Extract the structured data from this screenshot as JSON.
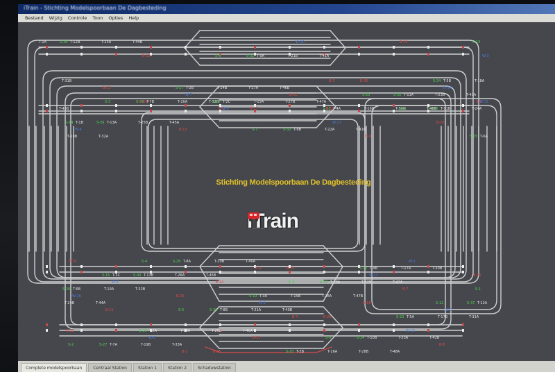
{
  "window": {
    "title": "iTrain - Stichting Modelspoorbaan De Dagbesteding"
  },
  "menu": [
    {
      "label": "Bestand"
    },
    {
      "label": "Wijzig"
    },
    {
      "label": "Controle"
    },
    {
      "label": "Toon"
    },
    {
      "label": "Opties"
    },
    {
      "label": "Help"
    }
  ],
  "canvas": {
    "banner": "Stichting Modelspoorbaan De Dagbesteding",
    "logo": "iTrain"
  },
  "tabs": [
    {
      "label": "Complete modelspoorbaan"
    },
    {
      "label": "Centraal Station"
    },
    {
      "label": "Station 1"
    },
    {
      "label": "Station 2"
    },
    {
      "label": "Schaduwstation"
    }
  ],
  "colors": {
    "track": "#cfd0d2",
    "occupied": "#c44a4a",
    "label_green": "#4fd64f",
    "label_red": "#e04848",
    "label_white": "#e6e6e6",
    "label_blue": "#4a7ae0",
    "banner": "#e2c22a",
    "logo_accent": "#d8262a"
  },
  "track_labels": [
    {
      "text": "T-1A"
    },
    {
      "text": "T-1B"
    },
    {
      "text": "T-1C"
    },
    {
      "text": "T-2A"
    },
    {
      "text": "T-2B"
    },
    {
      "text": "T-2C"
    },
    {
      "text": "T-3A"
    },
    {
      "text": "T-3B"
    },
    {
      "text": "T-4A"
    },
    {
      "text": "T-4B"
    },
    {
      "text": "T-5A"
    },
    {
      "text": "T-5B"
    },
    {
      "text": "T-6A"
    },
    {
      "text": "T-6B"
    },
    {
      "text": "T-7A"
    },
    {
      "text": "T-7B"
    },
    {
      "text": "T-8A"
    },
    {
      "text": "T-8B"
    },
    {
      "text": "T-9A"
    },
    {
      "text": "T-9B"
    },
    {
      "text": "T-10A"
    },
    {
      "text": "T-10B"
    },
    {
      "text": "T-11A"
    },
    {
      "text": "T-11B"
    },
    {
      "text": "T-12A"
    },
    {
      "text": "T-12B"
    },
    {
      "text": "T-13A"
    },
    {
      "text": "T-13B"
    },
    {
      "text": "T-14A"
    },
    {
      "text": "T-14B"
    },
    {
      "text": "T-15A"
    },
    {
      "text": "T-15B"
    },
    {
      "text": "T-16A"
    },
    {
      "text": "T-16B"
    },
    {
      "text": "T-17A"
    },
    {
      "text": "T-17B"
    },
    {
      "text": "T-18A"
    },
    {
      "text": "T-18B"
    },
    {
      "text": "T-19A"
    },
    {
      "text": "T-19B"
    },
    {
      "text": "T-20A"
    },
    {
      "text": "T-20B"
    },
    {
      "text": "T-21A"
    },
    {
      "text": "T-21B"
    },
    {
      "text": "T-22A"
    },
    {
      "text": "T-22B"
    },
    {
      "text": "T-23A"
    },
    {
      "text": "T-23B"
    },
    {
      "text": "T-24A"
    },
    {
      "text": "T-24B"
    },
    {
      "text": "T-25A"
    },
    {
      "text": "T-25B"
    },
    {
      "text": "T-26A"
    },
    {
      "text": "T-26B"
    },
    {
      "text": "T-27A"
    },
    {
      "text": "T-27B"
    },
    {
      "text": "T-28A"
    },
    {
      "text": "T-28B"
    },
    {
      "text": "T-30A"
    },
    {
      "text": "T-30B"
    },
    {
      "text": "T-31A"
    },
    {
      "text": "T-31B"
    },
    {
      "text": "T-32A"
    },
    {
      "text": "T-32B"
    },
    {
      "text": "T-33A"
    },
    {
      "text": "T-33B"
    },
    {
      "text": "T-40A"
    },
    {
      "text": "T-40B"
    },
    {
      "text": "T-41A"
    },
    {
      "text": "T-41B"
    },
    {
      "text": "T-42A"
    },
    {
      "text": "T-42B"
    },
    {
      "text": "T-43A"
    },
    {
      "text": "T-43B"
    },
    {
      "text": "T-44A"
    },
    {
      "text": "T-44B"
    },
    {
      "text": "T-45A"
    },
    {
      "text": "T-45B"
    },
    {
      "text": "T-46A"
    },
    {
      "text": "T-46B"
    },
    {
      "text": "T-47A"
    },
    {
      "text": "T-47B"
    },
    {
      "text": "T-48A"
    },
    {
      "text": "T-48B"
    }
  ],
  "switch_labels": [
    {
      "text": "W-1"
    },
    {
      "text": "W-2"
    },
    {
      "text": "W-3"
    },
    {
      "text": "W-4"
    },
    {
      "text": "W-5"
    },
    {
      "text": "W-6"
    },
    {
      "text": "W-7"
    },
    {
      "text": "W-8"
    },
    {
      "text": "W-9"
    },
    {
      "text": "W-10"
    },
    {
      "text": "W-11"
    },
    {
      "text": "W-12"
    },
    {
      "text": "W-13"
    },
    {
      "text": "W-14"
    },
    {
      "text": "W-15"
    },
    {
      "text": "W-16"
    }
  ],
  "signal_labels": [
    {
      "text": "S-1"
    },
    {
      "text": "S-2"
    },
    {
      "text": "S-3"
    },
    {
      "text": "S-4"
    },
    {
      "text": "S-5"
    },
    {
      "text": "S-6"
    },
    {
      "text": "S-7"
    },
    {
      "text": "S-8"
    },
    {
      "text": "S-9"
    },
    {
      "text": "S-10"
    },
    {
      "text": "S-11"
    },
    {
      "text": "S-12"
    },
    {
      "text": "S-13"
    },
    {
      "text": "S-14"
    },
    {
      "text": "S-15"
    },
    {
      "text": "S-16"
    },
    {
      "text": "S-17"
    },
    {
      "text": "S-18"
    },
    {
      "text": "S-19"
    },
    {
      "text": "S-20"
    },
    {
      "text": "S-21"
    },
    {
      "text": "S-22"
    },
    {
      "text": "S-23"
    },
    {
      "text": "S-24"
    },
    {
      "text": "S-25"
    },
    {
      "text": "S-26"
    },
    {
      "text": "S-27"
    },
    {
      "text": "S-28"
    },
    {
      "text": "S-29"
    },
    {
      "text": "S-30"
    },
    {
      "text": "S-31"
    },
    {
      "text": "S-32"
    },
    {
      "text": "S-33"
    },
    {
      "text": "S-34"
    },
    {
      "text": "S-35"
    },
    {
      "text": "S-36"
    },
    {
      "text": "S-37"
    },
    {
      "text": "S-38"
    },
    {
      "text": "S-39"
    },
    {
      "text": "S-40"
    }
  ],
  "occupied_labels": [
    {
      "text": "B-1"
    },
    {
      "text": "B-2"
    },
    {
      "text": "B-3"
    },
    {
      "text": "B-4"
    },
    {
      "text": "B-5"
    },
    {
      "text": "B-6"
    },
    {
      "text": "B-7"
    },
    {
      "text": "B-8"
    },
    {
      "text": "B-9"
    },
    {
      "text": "B-10"
    },
    {
      "text": "B-11"
    },
    {
      "text": "B-12"
    },
    {
      "text": "B-13"
    },
    {
      "text": "B-14"
    },
    {
      "text": "B-15"
    },
    {
      "text": "B-16"
    },
    {
      "text": "B-17"
    },
    {
      "text": "B-18"
    },
    {
      "text": "B-19"
    },
    {
      "text": "B-20"
    },
    {
      "text": "B-21"
    },
    {
      "text": "B-22"
    },
    {
      "text": "B-23"
    },
    {
      "text": "B-24"
    },
    {
      "text": "B-25"
    },
    {
      "text": "B-26"
    },
    {
      "text": "B-27"
    },
    {
      "text": "B-28"
    },
    {
      "text": "B-29"
    },
    {
      "text": "B-30"
    }
  ]
}
